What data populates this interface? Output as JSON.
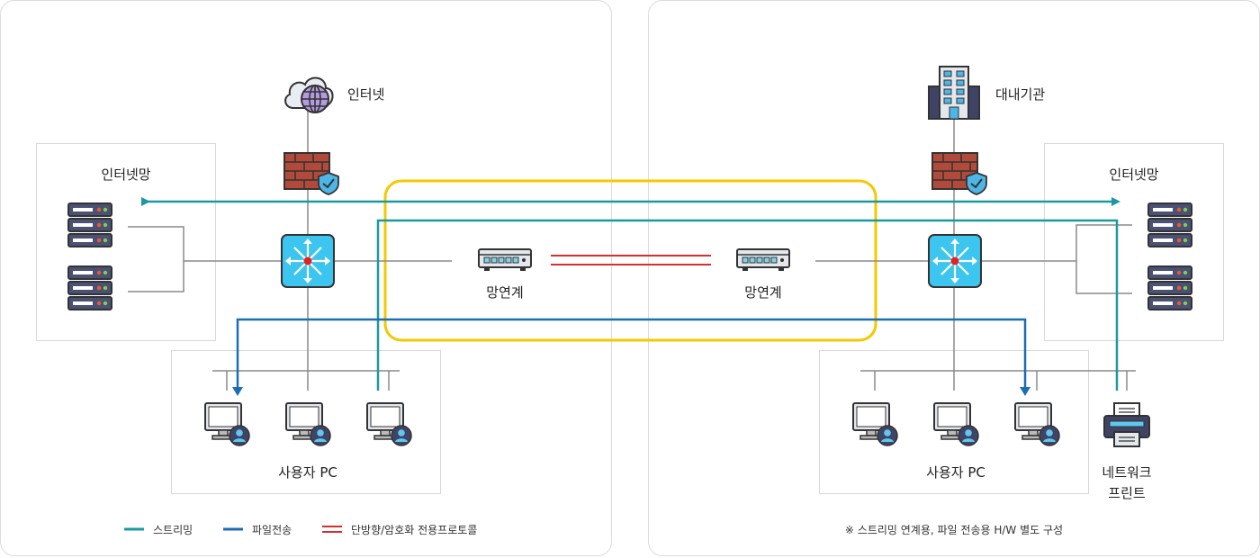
{
  "left": {
    "internet_label": "인터넷",
    "internet_net_label": "인터넷망",
    "connector_label": "망연계",
    "user_pc_label": "사용자 PC"
  },
  "right": {
    "internal_label": "대내기관",
    "internet_net_label": "인터넷망",
    "connector_label": "망연계",
    "user_pc_label": "사용자 PC",
    "printer_label_line1": "네트워크",
    "printer_label_line2": "프린트"
  },
  "legend": {
    "items": [
      {
        "label": "스트리밍",
        "color": "#1a9aa0"
      },
      {
        "label": "파일전송",
        "color": "#1e6db3"
      },
      {
        "label": "단방향/암호화 전용프로토콜",
        "color": "#d62f2f"
      }
    ]
  },
  "note": "※ 스트리밍 연계용, 파일 전송용 H/W 별도 구성",
  "colors": {
    "streaming": "#1a9aa0",
    "file_transfer": "#1e6db3",
    "protocol": "#d62f2f",
    "highlight": "#f5c800",
    "switch": "#3cc6ef"
  },
  "icons": [
    "cloud-globe-icon",
    "firewall-icon",
    "switch-icon",
    "server-icon",
    "network-connector-icon",
    "monitor-user-icon",
    "building-icon",
    "printer-icon"
  ]
}
